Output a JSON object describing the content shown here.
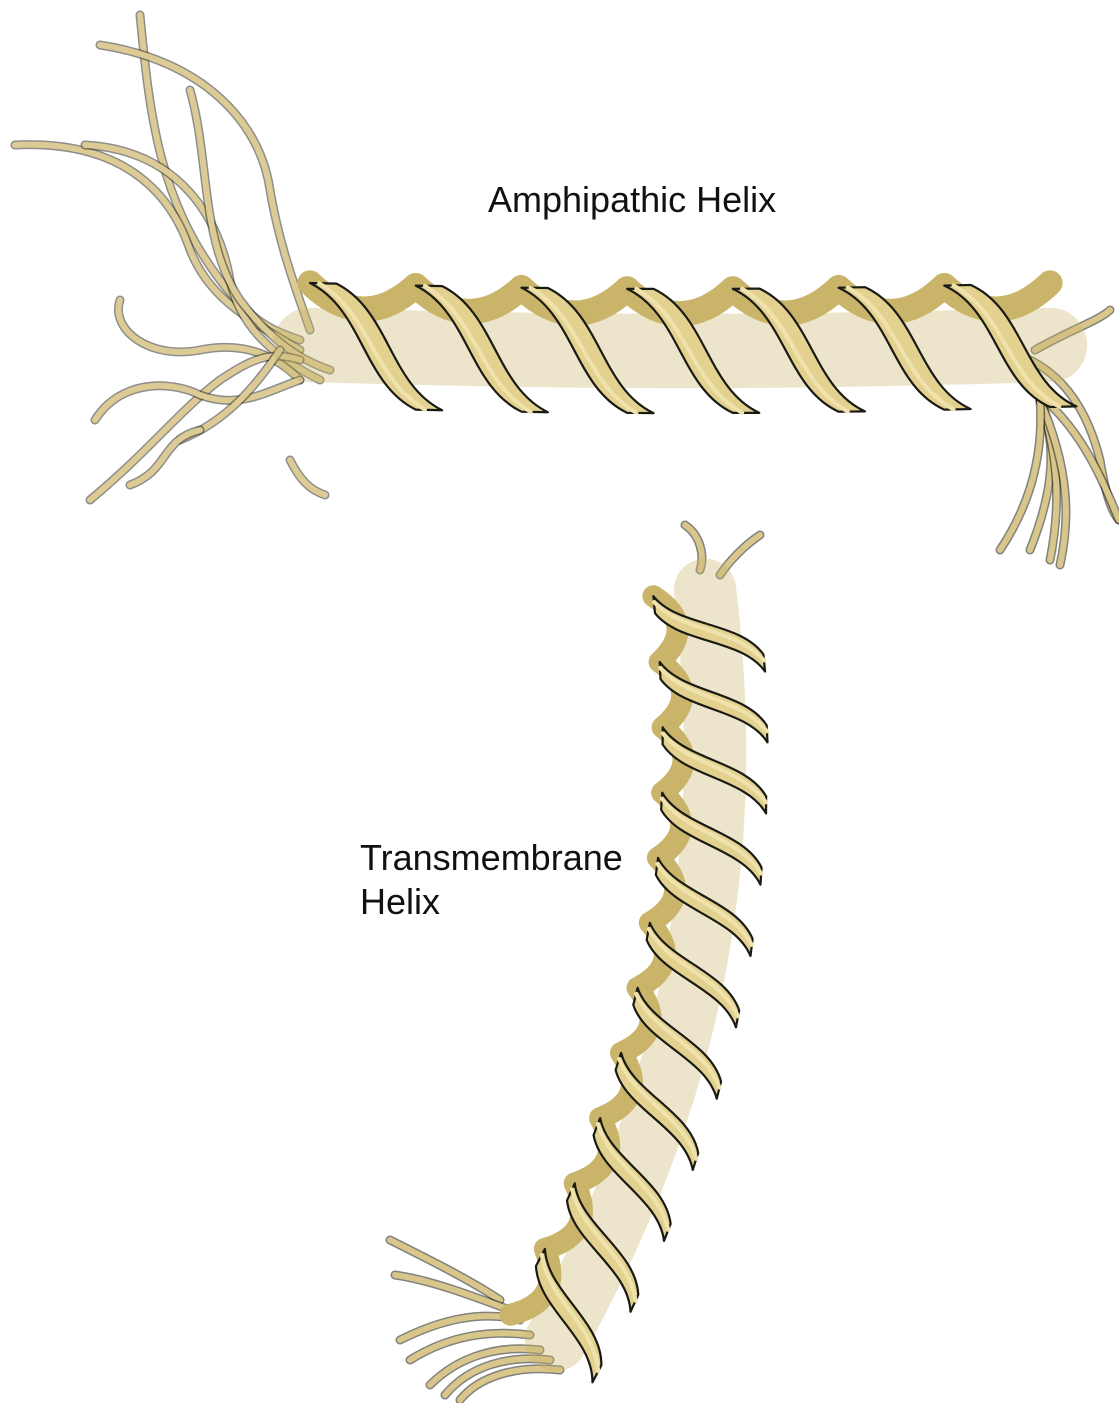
{
  "labels": {
    "amphipathic": "Amphipathic Helix",
    "transmembrane_line1": "Transmembrane",
    "transmembrane_line2": "Helix"
  },
  "colors": {
    "ribbon": "#e3d18f",
    "ribbon_light": "#efe2ad",
    "ribbon_dark": "#c9b46a",
    "outline": "#1a1a14",
    "coil": "#d9c68a",
    "background": "#ffffff"
  },
  "helices": {
    "amphipathic_turns": 7,
    "transmembrane_turns": 11
  }
}
